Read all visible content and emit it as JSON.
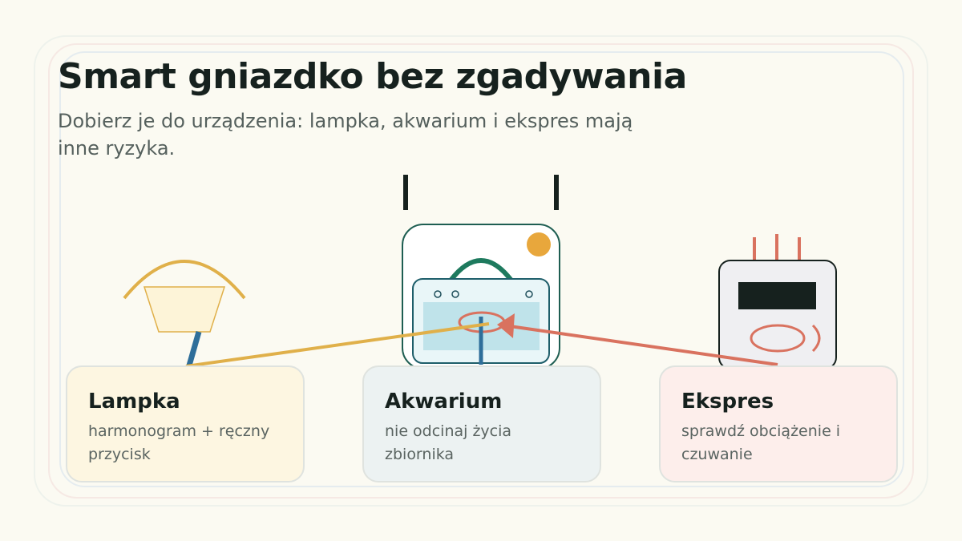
{
  "header": {
    "title": "Smart gniazdko bez zgadywania",
    "subtitle": "Dobierz je do urządzenia: lampka, akwarium i ekspres mają inne ryzyka."
  },
  "cards": [
    {
      "title": "Lampka",
      "desc": "harmonogram + ręczny przycisk"
    },
    {
      "title": "Akwarium",
      "desc": "nie odcinaj życia zbiornika"
    },
    {
      "title": "Ekspres",
      "desc": "sprawdź obciążenie i czuwanie"
    }
  ],
  "colors": {
    "lamp": "#e0b04a",
    "aquarium": "#1e7a5e",
    "water": "#bfe3ea",
    "express": "#d9725f",
    "dark": "#16211e"
  },
  "icons": [
    "lamp-icon",
    "smart-plug-icon",
    "aquarium-icon",
    "coffee-machine-icon"
  ]
}
